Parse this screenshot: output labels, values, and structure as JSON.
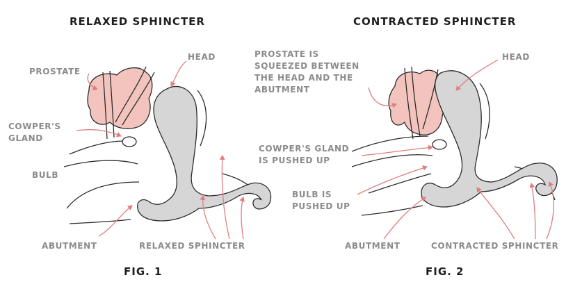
{
  "panel1": {
    "title": "RELAXED SPHINCTER",
    "caption": "FIG. 1",
    "labels": {
      "head": "HEAD",
      "prostate": "PROSTATE",
      "cowpers_line1": "COWPER'S",
      "cowpers_line2": "GLAND",
      "bulb": "BULB",
      "abutment": "ABUTMENT",
      "sphincter": "RELAXED SPHINCTER"
    }
  },
  "panel2": {
    "title": "CONTRACTED SPHINCTER",
    "caption": "FIG. 2",
    "labels": {
      "head": "HEAD",
      "prostate_line1": "PROSTATE IS",
      "prostate_line2": "SQUEEZED BETWEEN",
      "prostate_line3": "THE HEAD AND THE",
      "prostate_line4": "ABUTMENT",
      "cowpers_line1": "COWPER'S GLAND",
      "cowpers_line2": "IS PUSHED UP",
      "bulb_line1": "BULB IS",
      "bulb_line2": "PUSHED UP",
      "abutment": "ABUTMENT",
      "sphincter": "CONTRACTED SPHINCTER"
    }
  },
  "colors": {
    "prostate_fill": "#f2c4bd",
    "prostate_stroke": "#2a2a2a",
    "device_fill": "#d6d6d6",
    "device_stroke": "#2a2a2a",
    "arrow": "#e07d7f",
    "label_text": "#8b8b8b",
    "title_text": "#1f1f1f"
  }
}
